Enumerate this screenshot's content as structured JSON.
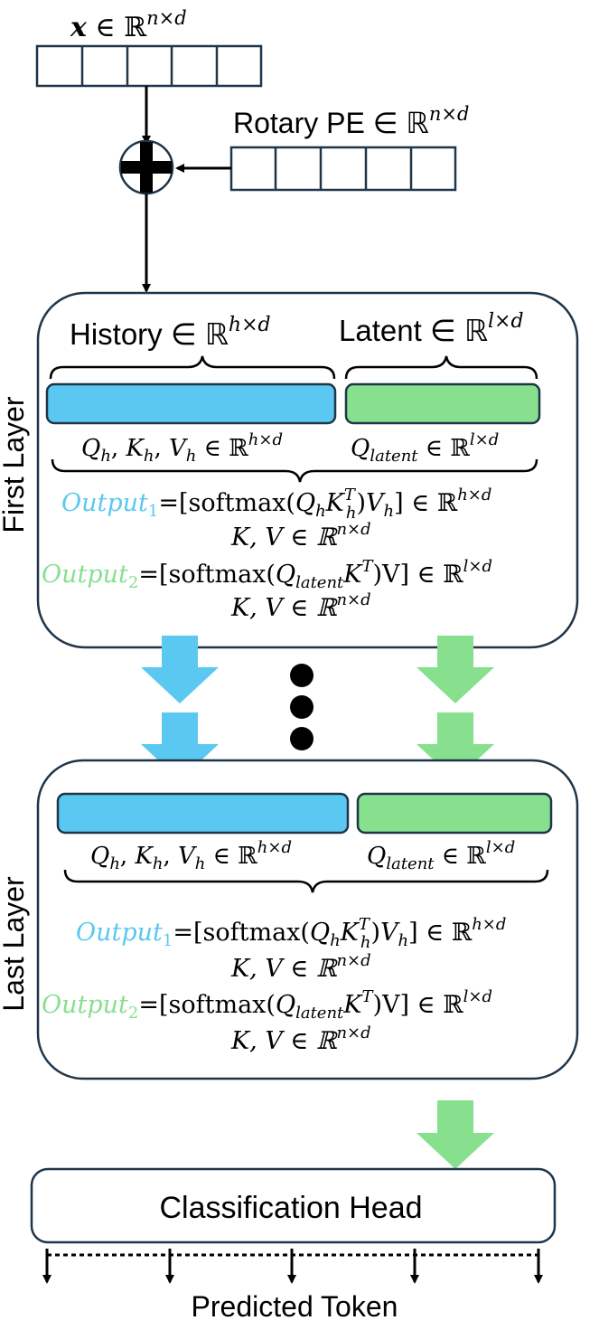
{
  "input": {
    "label_var": "x",
    "label_rest": " ∈ ℝ",
    "label_sup": "n×d"
  },
  "rotary": {
    "label": "Rotary PE ∈ ℝ",
    "label_sup": "n×d"
  },
  "first_layer": {
    "side_label": "First Layer",
    "history": {
      "label": "History ∈ ℝ",
      "sup": "h×d"
    },
    "latent": {
      "label": "Latent ∈ ℝ",
      "sup": "l×d"
    },
    "qkv": {
      "prefix": "Q",
      "rest": " ∈ ℝ",
      "sup": "h×d"
    },
    "qlatent": {
      "sub": "latent",
      "rest": " ∈ ℝ",
      "sup": "l×d"
    },
    "out1": {
      "name": "Output",
      "sub": "1",
      "eq": "=[softmax(",
      "close": ")",
      "in": "] ∈ ℝ",
      "sup": "h×d"
    },
    "kv1": {
      "text": "K, V ∈ ℝ",
      "sup": "n×d"
    },
    "out2": {
      "name": "Output",
      "sub": "2",
      "eq": "=[softmax(",
      "close": ")V] ∈ ℝ",
      "sup": "l×d"
    },
    "kv2": {
      "text": "K, V ∈ ℝ",
      "sup": "n×d"
    }
  },
  "last_layer": {
    "side_label": "Last Layer",
    "qkv": {
      "rest": " ∈ ℝ",
      "sup": "h×d"
    },
    "qlatent": {
      "sub": "latent",
      "rest": " ∈ ℝ",
      "sup": "l×d"
    },
    "out1": {
      "name": "Output",
      "sub": "1",
      "eq": "=[softmax(",
      "close": ")",
      "in": "] ∈ ℝ",
      "sup": "h×d"
    },
    "kv1": {
      "text": "K, V ∈ ℝ",
      "sup": "n×d"
    },
    "out2": {
      "name": "Output",
      "sub": "2",
      "eq": "=[softmax(",
      "close": ")V] ∈ ℝ",
      "sup": "l×d"
    },
    "kv2": {
      "text": "K, V ∈ ℝ",
      "sup": "n×d"
    }
  },
  "head": {
    "label": "Classification Head"
  },
  "output": {
    "label": "Predicted Token"
  },
  "colors": {
    "stroke": "#1f3549",
    "history": "#5ac8f0",
    "latent": "#86e08e",
    "arrow_blue": "#5ac8f0",
    "arrow_green": "#86e08e",
    "out1_text": "#5ac8f0",
    "out2_text": "#86e08e"
  }
}
